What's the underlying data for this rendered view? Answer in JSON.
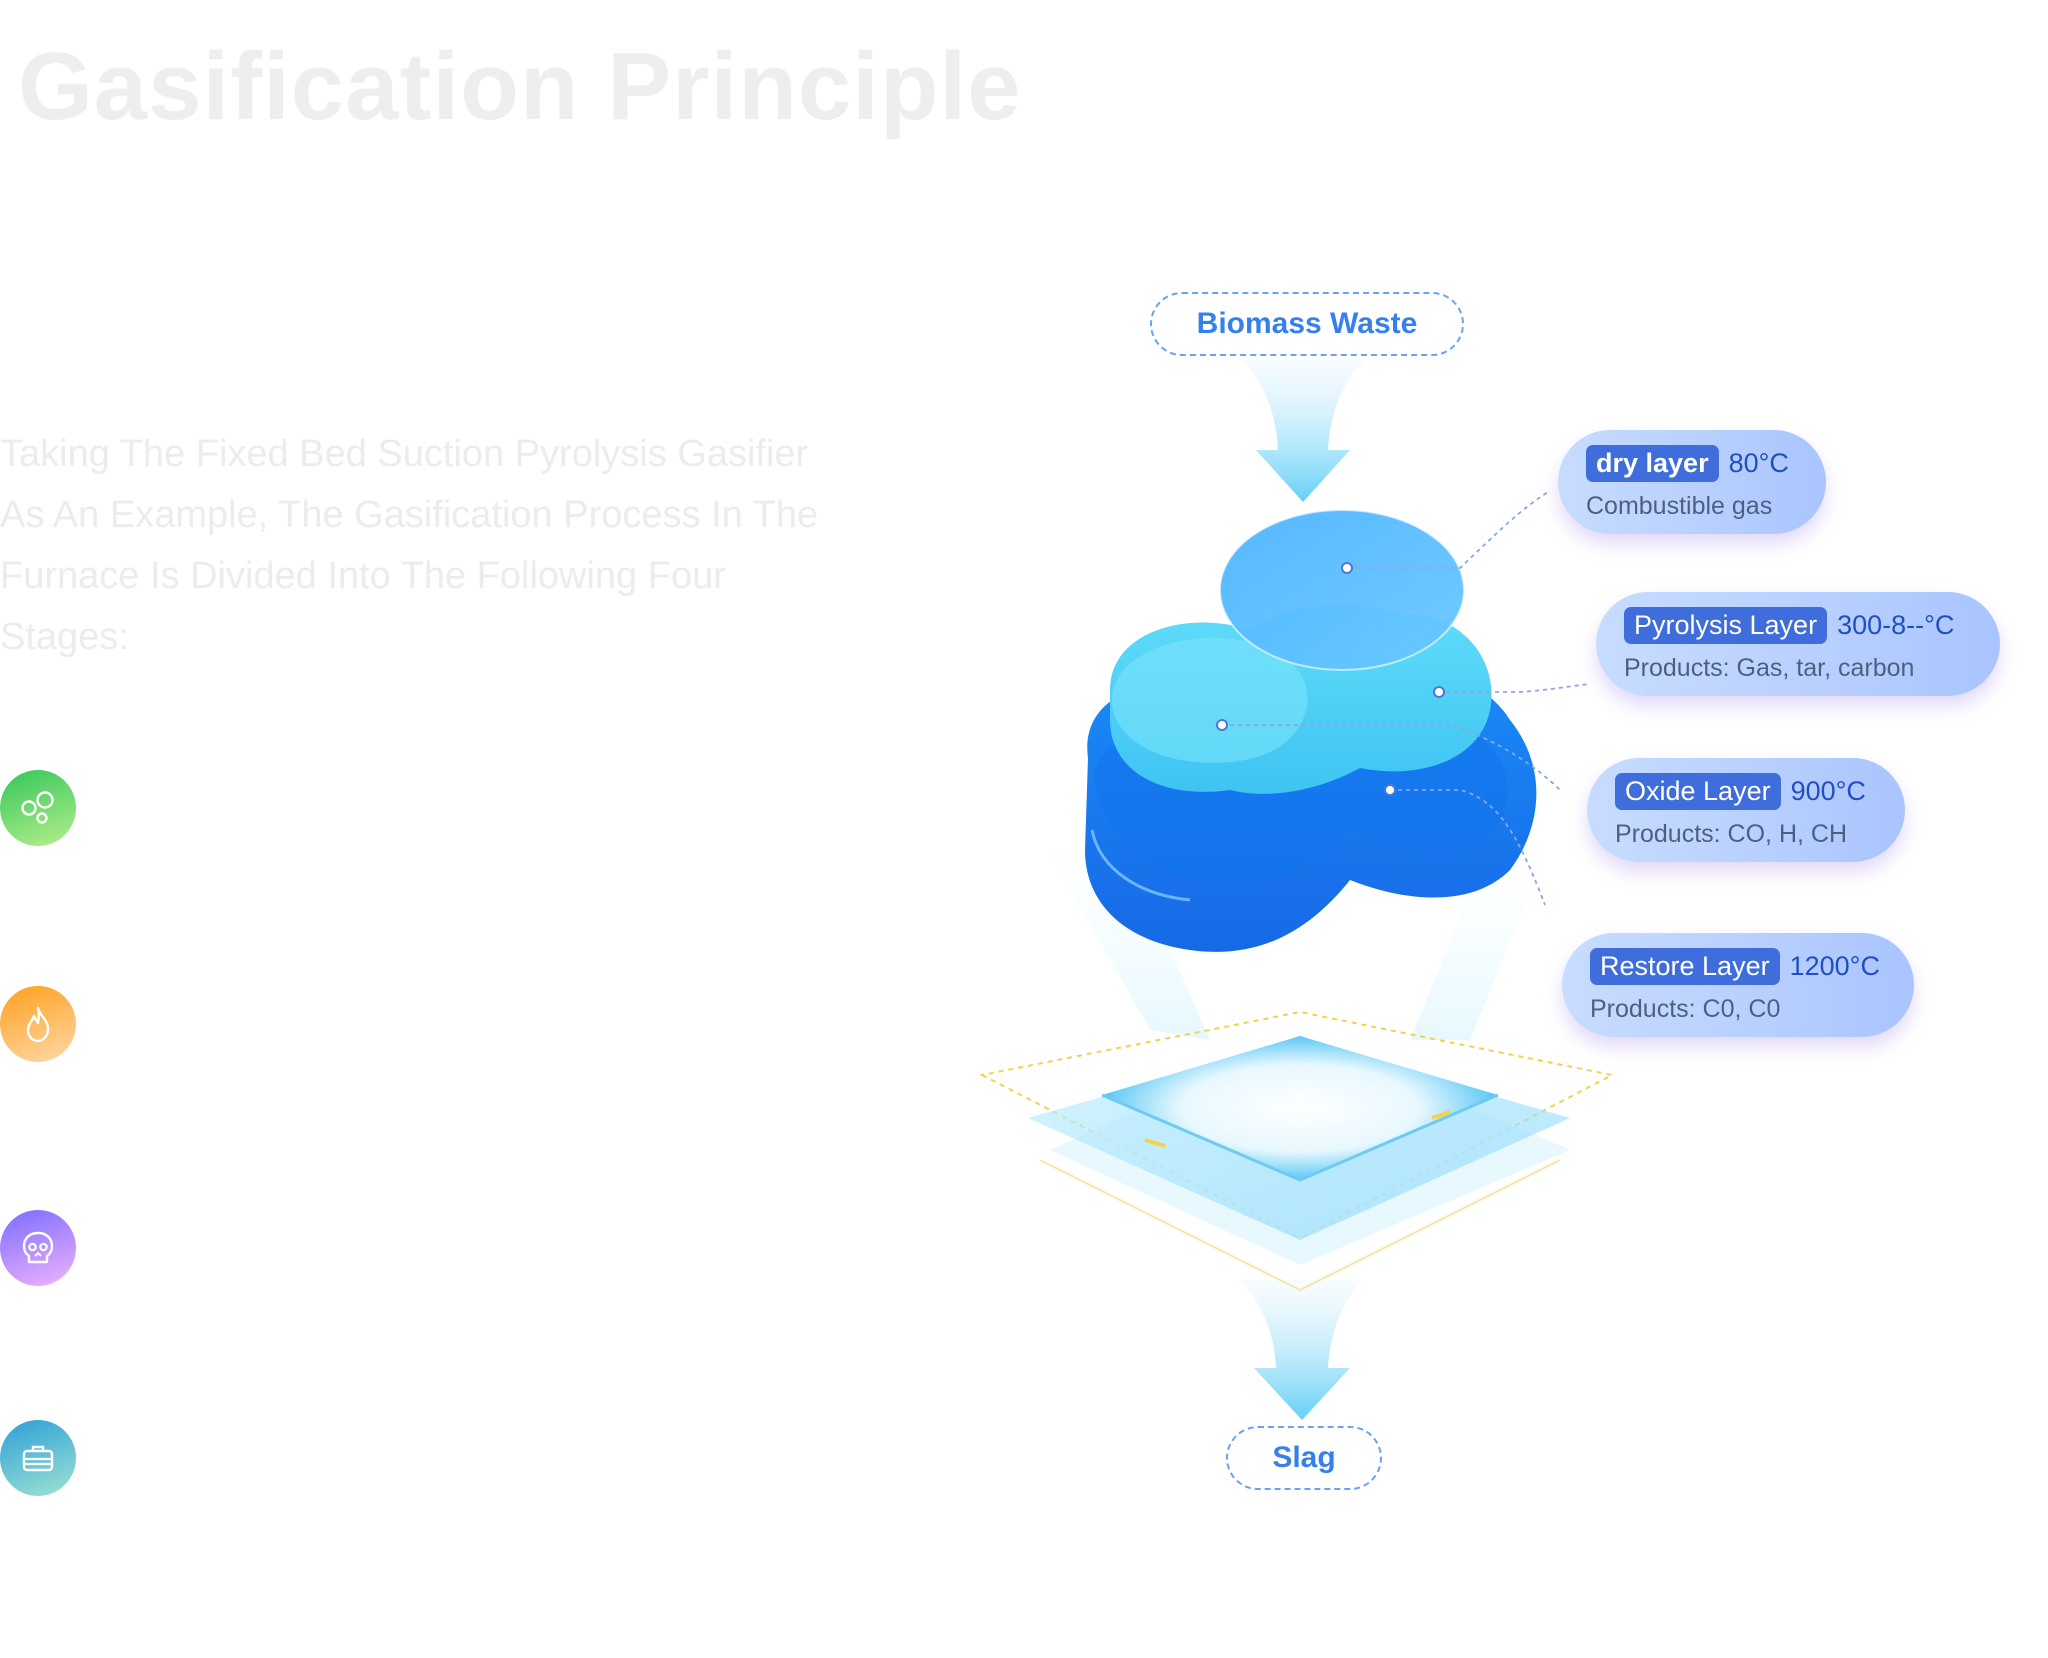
{
  "page": {
    "title": "Gasification Principle",
    "intro": "Taking The Fixed Bed Suction Pyrolysis Gasifier As An Example, The Gasification Process In The Furnace Is Divided Into The Following Four Stages:"
  },
  "stage_icons": [
    {
      "icon": "bubbles-icon",
      "color": "#34c659"
    },
    {
      "icon": "flame-icon",
      "color": "#ff9f1c"
    },
    {
      "icon": "skull-icon",
      "color": "#7b6cff"
    },
    {
      "icon": "toolbox-icon",
      "color": "#2d9fd6"
    }
  ],
  "diagram": {
    "input_label": "Biomass Waste",
    "output_label": "Slag",
    "layers": [
      {
        "name": "dry layer",
        "temp": "80°C",
        "desc": "Combustible gas"
      },
      {
        "name": "Pyrolysis Layer",
        "temp": "300-8--°C",
        "desc": "Products: Gas, tar, carbon"
      },
      {
        "name": "Oxide Layer",
        "temp": "900°C",
        "desc": "Products: CO, H, CH"
      },
      {
        "name": "Restore Layer",
        "temp": "1200°C",
        "desc": "Products: C0, C0"
      }
    ],
    "colors": {
      "accent": "#3481ee",
      "tag": "#3f6ddb",
      "layer_top": "#5cbcff",
      "layer_mid": "#5ad8f7",
      "layer_bottom": "#1a7ef0",
      "guide": "#f3d24a"
    }
  }
}
